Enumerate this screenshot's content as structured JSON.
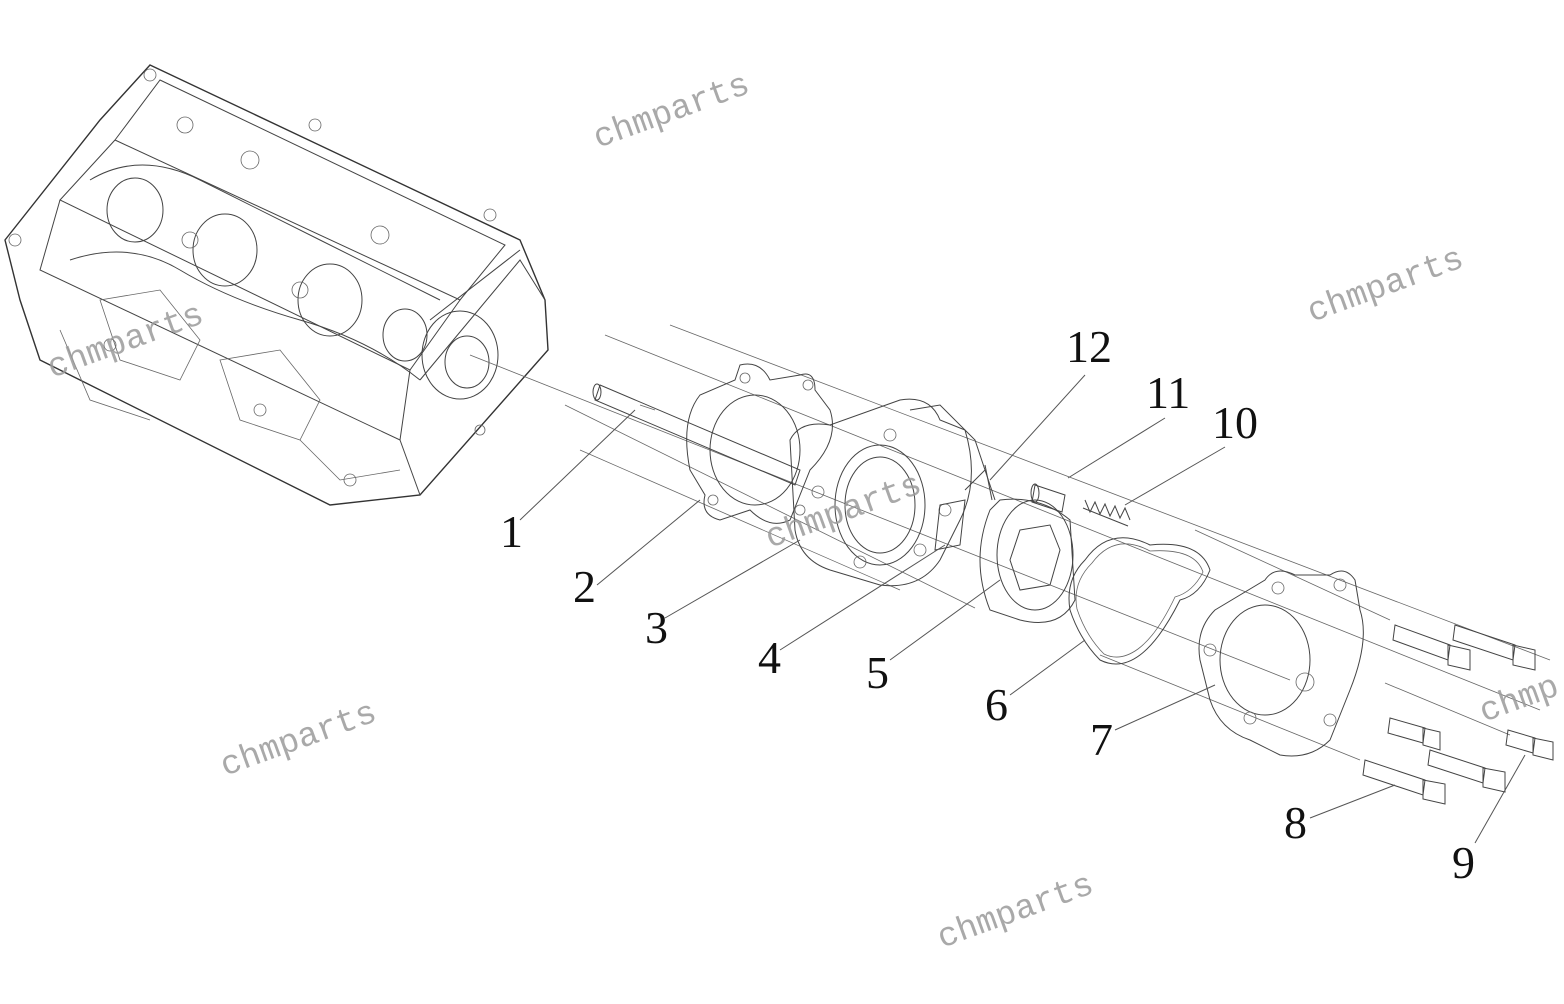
{
  "callouts": [
    {
      "id": "c1",
      "label": "1"
    },
    {
      "id": "c2",
      "label": "2"
    },
    {
      "id": "c3",
      "label": "3"
    },
    {
      "id": "c4",
      "label": "4"
    },
    {
      "id": "c5",
      "label": "5"
    },
    {
      "id": "c6",
      "label": "6"
    },
    {
      "id": "c7",
      "label": "7"
    },
    {
      "id": "c8",
      "label": "8"
    },
    {
      "id": "c9",
      "label": "9"
    },
    {
      "id": "c10",
      "label": "10"
    },
    {
      "id": "c11",
      "label": "11"
    },
    {
      "id": "c12",
      "label": "12"
    }
  ],
  "watermark": "chmparts",
  "watermark_partial": "chmp"
}
